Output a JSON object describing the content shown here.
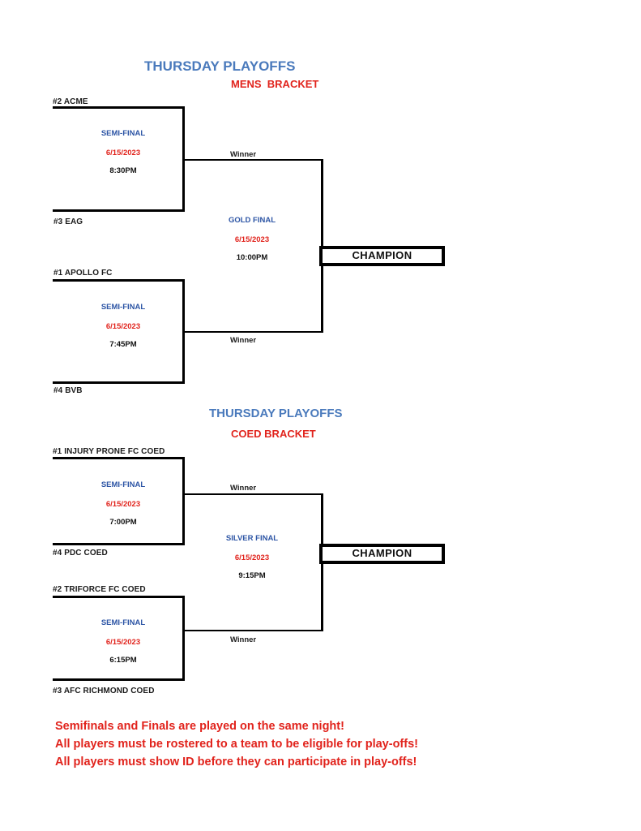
{
  "colors": {
    "title_blue": "#4a7abc",
    "match_blue": "#2d55a5",
    "red": "#e1231c",
    "line_black": "#000000"
  },
  "mens": {
    "title": "THURSDAY PLAYOFFS",
    "subtitle": "MENS  BRACKET",
    "team_top_1": "#2 ACME",
    "team_bottom_1": "#3 EAG",
    "team_top_2": "#1 APOLLO FC",
    "team_bottom_2": "#4 BVB",
    "semi1": {
      "label": "SEMI-FINAL",
      "date": "6/15/2023",
      "time": "8:30PM"
    },
    "semi2": {
      "label": "SEMI-FINAL",
      "date": "6/15/2023",
      "time": "7:45PM"
    },
    "final": {
      "label": "GOLD FINAL",
      "date": "6/15/2023",
      "time": "10:00PM"
    },
    "winner_top": "Winner",
    "winner_bottom": "Winner",
    "champion": "CHAMPION"
  },
  "coed": {
    "title": "THURSDAY PLAYOFFS",
    "subtitle": "COED BRACKET",
    "team_top_1": "#1 INJURY PRONE FC COED",
    "team_bottom_1": "#4 PDC COED",
    "team_top_2": "#2 TRIFORCE FC COED",
    "team_bottom_2": "#3 AFC RICHMOND COED",
    "semi1": {
      "label": "SEMI-FINAL",
      "date": "6/15/2023",
      "time": "7:00PM"
    },
    "semi2": {
      "label": "SEMI-FINAL",
      "date": "6/15/2023",
      "time": "6:15PM"
    },
    "final": {
      "label": "SILVER FINAL",
      "date": "6/15/2023",
      "time": "9:15PM"
    },
    "winner_top": "Winner",
    "winner_bottom": "Winner",
    "champion": "CHAMPION"
  },
  "footer": {
    "line1": "Semifinals and Finals are played on the same night!",
    "line2": "All players must be rostered to a team to be eligible for play-offs!",
    "line3": "All players must show ID before they can participate in play-offs!"
  }
}
